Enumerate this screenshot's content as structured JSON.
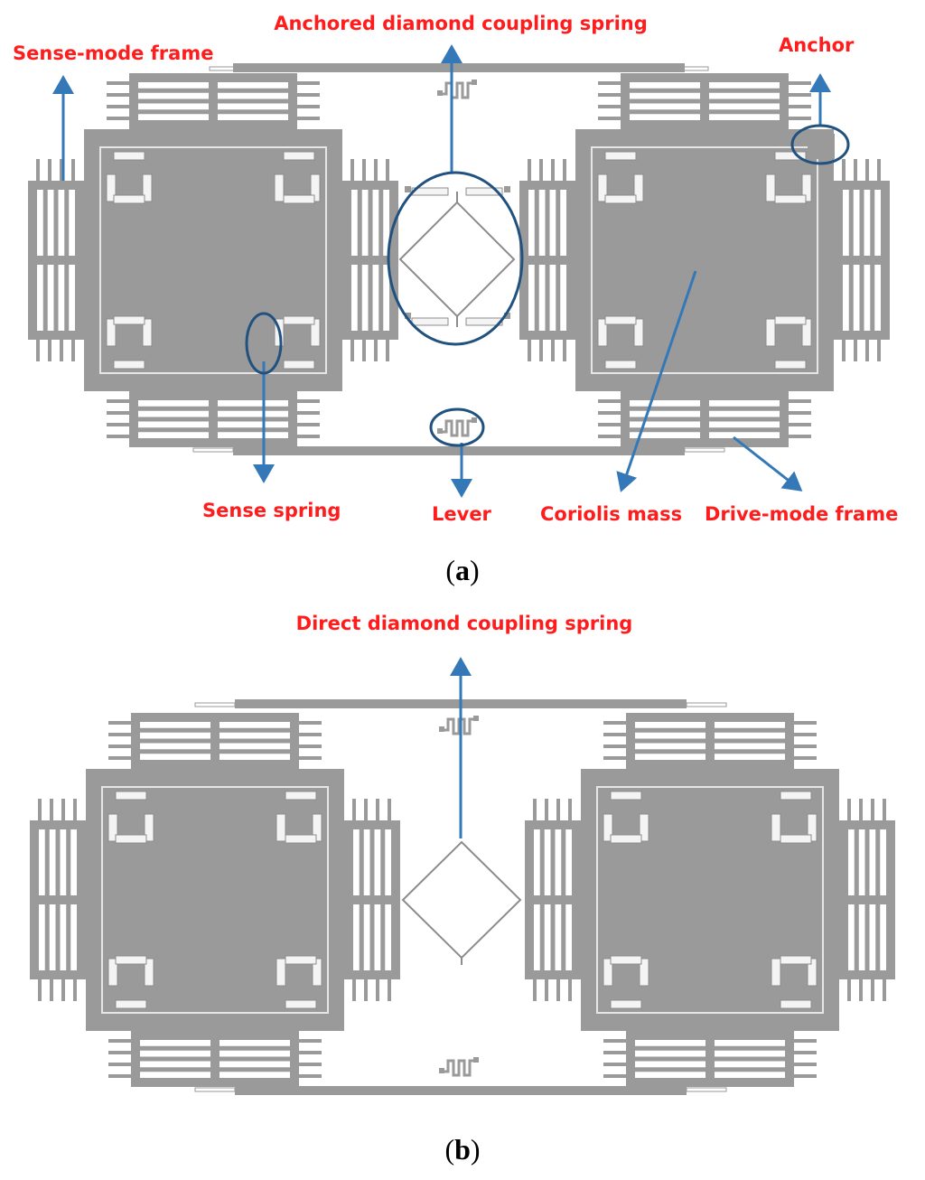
{
  "colors": {
    "structure": "#9a9a9a",
    "finger": "#f4f4f4",
    "annotation_text": "#ff1c1c",
    "arrow": "#3478b8",
    "callout": "#21527f",
    "caption": "#000000"
  },
  "panel_a": {
    "labels": {
      "anchored_spring": "Anchored diamond coupling spring",
      "sense_frame": "Sense-mode frame",
      "anchor": "Anchor",
      "sense_spring": "Sense spring",
      "lever": "Lever",
      "coriolis_mass": "Coriolis mass",
      "drive_frame": "Drive-mode frame"
    },
    "caption_open": "(",
    "caption_letter": "a",
    "caption_close": ")"
  },
  "panel_b": {
    "labels": {
      "direct_spring": "Direct diamond coupling spring"
    },
    "caption_open": "(",
    "caption_letter": "b",
    "caption_close": ")"
  }
}
